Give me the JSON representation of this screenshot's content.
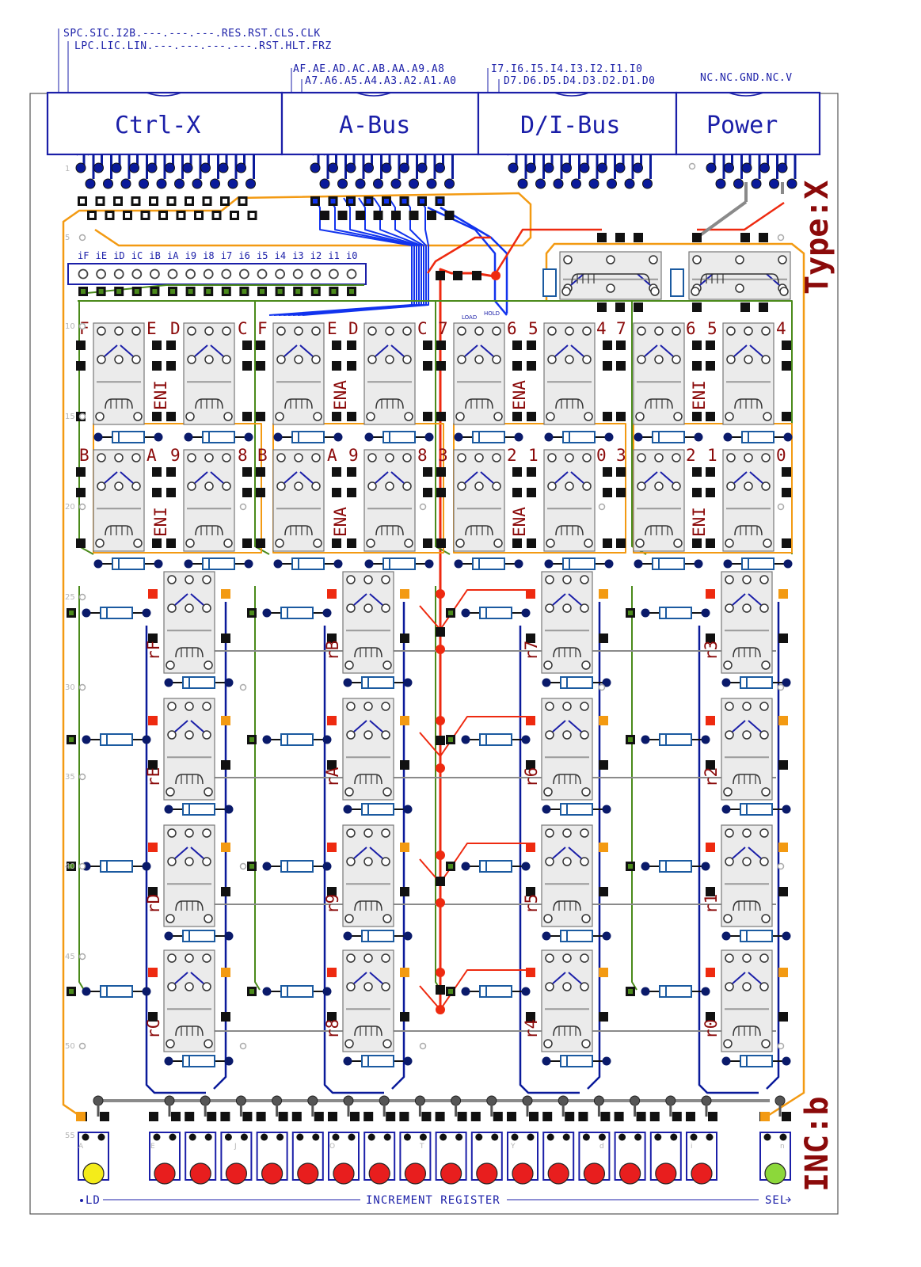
{
  "pin_labels": {
    "ctrl_line1": "SPC.SIC.I2B.---.---.---.RES.RST.CLS.CLK",
    "ctrl_line2": "LPC.LIC.LIN.---.---.---.---.RST.HLT.FRZ",
    "abus_line1": "AF.AE.AD.AC.AB.AA.A9.A8",
    "abus_line2": "A7.A6.A5.A4.A3.A2.A1.A0",
    "dbus_line1": "I7.I6.I5.I4.I3.I2.I1.I0",
    "dbus_line2": "D7.D6.D5.D4.D3.D2.D1.D0",
    "power_line": "NC.NC.GND.NC.V"
  },
  "connectors": [
    "Ctrl-X",
    "A-Bus",
    "D/I-Bus",
    "Power"
  ],
  "type_label": "Type:X",
  "inc_label": "INC:b",
  "header_pins": [
    "iF",
    "iE",
    "iD",
    "iC",
    "iB",
    "iA",
    "i9",
    "i8",
    "i7",
    "i6",
    "i5",
    "i4",
    "i3",
    "i2",
    "i1",
    "i0"
  ],
  "load_hold": [
    "LOAD",
    "HOLD"
  ],
  "relay_row1_labels": [
    "F",
    "E",
    "D",
    "C",
    "F",
    "E",
    "D",
    "C",
    "7",
    "6",
    "5",
    "4",
    "7",
    "6",
    "5",
    "4"
  ],
  "relay_row2_labels": [
    "B",
    "A",
    "9",
    "8",
    "B",
    "A",
    "9",
    "8",
    "3",
    "2",
    "1",
    "0",
    "3",
    "2",
    "1",
    "0"
  ],
  "enable_labels": [
    "ENI",
    "ENA",
    "ENA",
    "ENI"
  ],
  "register_labels": [
    [
      "rF",
      "rB",
      "r7",
      "r3"
    ],
    [
      "rE",
      "rA",
      "r6",
      "r2"
    ],
    [
      "rD",
      "r9",
      "r5",
      "r1"
    ],
    [
      "rC",
      "r8",
      "r4",
      "r0"
    ]
  ],
  "row_numbers": [
    "1",
    "5",
    "10",
    "15",
    "20",
    "25",
    "30",
    "35",
    "40",
    "45",
    "50",
    "55"
  ],
  "led_letters": [
    "A",
    "E",
    "J",
    "O",
    "T",
    "Y",
    "d",
    "i",
    "n"
  ],
  "footer": {
    "left": "LD",
    "center": "INCREMENT REGISTER",
    "right": "SEL"
  },
  "colors": {
    "board_line": "#555555",
    "connector": "#1b1fa8",
    "label_red": "#8b0a0a",
    "wire_orange": "#f39a12",
    "wire_green": "#4a8a1a",
    "wire_blue": "#1133ee",
    "wire_navy": "#0a1a9a",
    "wire_red": "#ee2a10",
    "wire_gray": "#8a8a8a",
    "led_yellow": "#f4ec1a",
    "led_red": "#e81e1e",
    "led_green": "#8cd83a"
  }
}
